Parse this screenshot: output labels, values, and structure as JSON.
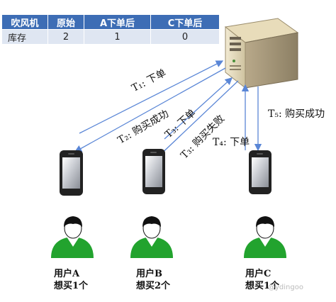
{
  "table": {
    "headers": [
      "吹风机",
      "原始",
      "A下单后",
      "C下单后"
    ],
    "rows": [
      [
        "库存",
        "2",
        "1",
        "0"
      ]
    ]
  },
  "messages": {
    "t1": {
      "id": "T₁:",
      "text": "下单"
    },
    "t2": {
      "id": "T₂:",
      "text": "购买成功"
    },
    "t3": {
      "id": "T₃:",
      "text": "下单"
    },
    "t3b": {
      "id": "T₃:",
      "text": "购买失败"
    },
    "t4": {
      "id": "T₄:",
      "text": "下单"
    },
    "t5": {
      "id": "T₅:",
      "text": "购买成功"
    }
  },
  "users": [
    {
      "name": "用户A",
      "want": "想买1个"
    },
    {
      "name": "用户B",
      "want": "想买2个"
    },
    {
      "name": "用户C",
      "want": "想买1个"
    }
  ],
  "watermark": "@ydingoo",
  "colors": {
    "header": "#3d6db5",
    "cell": "#dfe6f2",
    "arrow": "#5a86d6",
    "person": "#22a32e"
  }
}
